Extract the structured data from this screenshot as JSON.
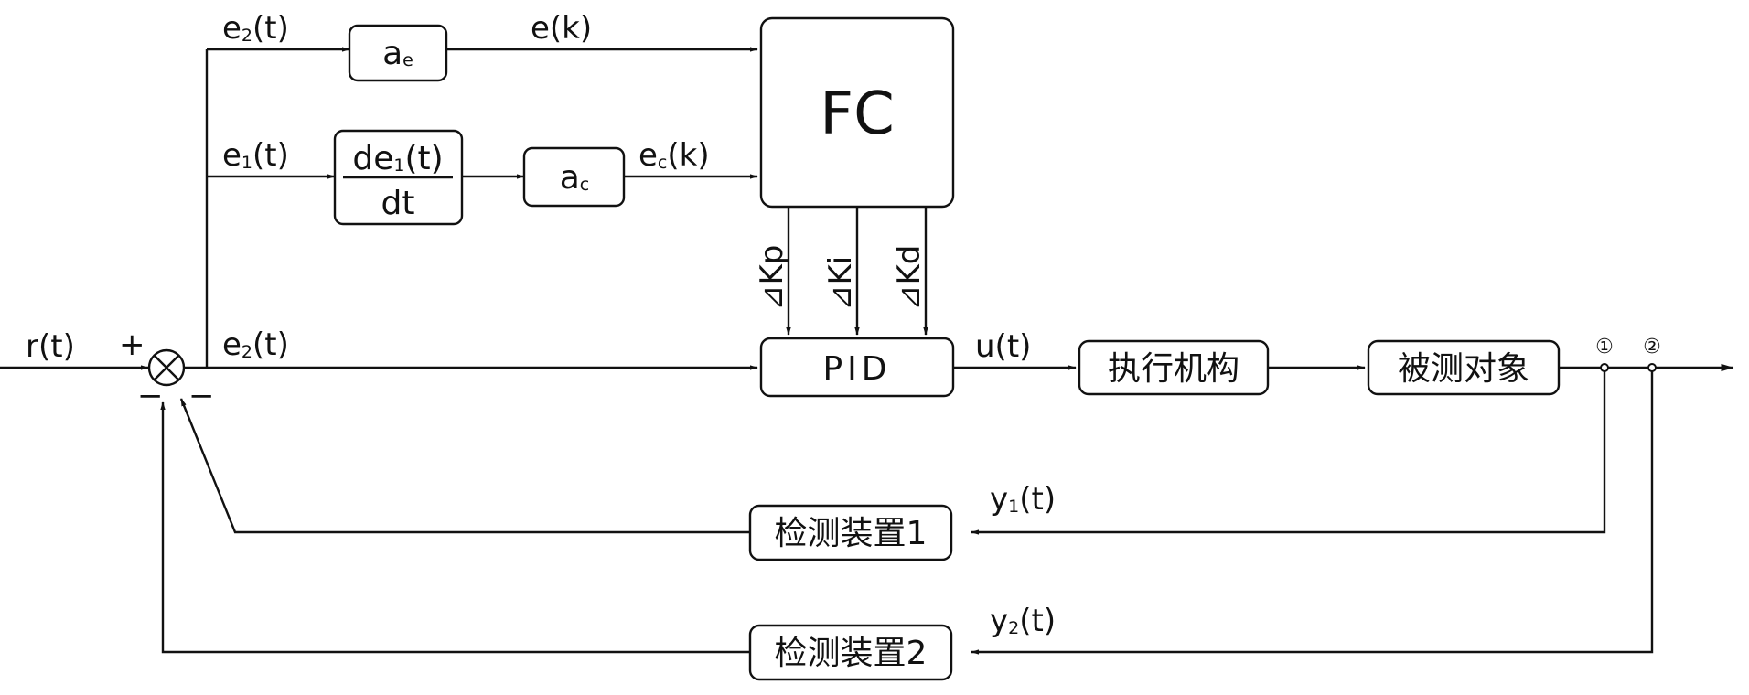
{
  "signals": {
    "input": "r(t)",
    "plus": "+",
    "minus_left": "−",
    "minus_right": "−",
    "e2_top": [
      "e",
      "2",
      "(t)"
    ],
    "e1": [
      "e",
      "1",
      "(t)"
    ],
    "e2_mid": [
      "e",
      "2",
      "(t)"
    ],
    "ek": "e(k)",
    "eck": [
      "e",
      "c",
      "(k)"
    ],
    "ut": "u(t)",
    "y1": [
      "y",
      "1",
      "(t)"
    ],
    "y2": [
      "y",
      "2",
      "(t)"
    ],
    "dkp": "⊿Kp",
    "dki": "⊿Ki",
    "dkd": "⊿Kd"
  },
  "blocks": {
    "ae": [
      "a",
      "e"
    ],
    "deriv_num": [
      "de",
      "1",
      "(t)"
    ],
    "deriv_den": "dt",
    "ac": [
      "a",
      "c"
    ],
    "fc": "FC",
    "pid": "PID",
    "actuator": "执行机构",
    "plant": "被测对象",
    "sensor1": "检测装置1",
    "sensor2": "检测装置2"
  },
  "nodes": {
    "node1": "①",
    "node2": "②"
  }
}
